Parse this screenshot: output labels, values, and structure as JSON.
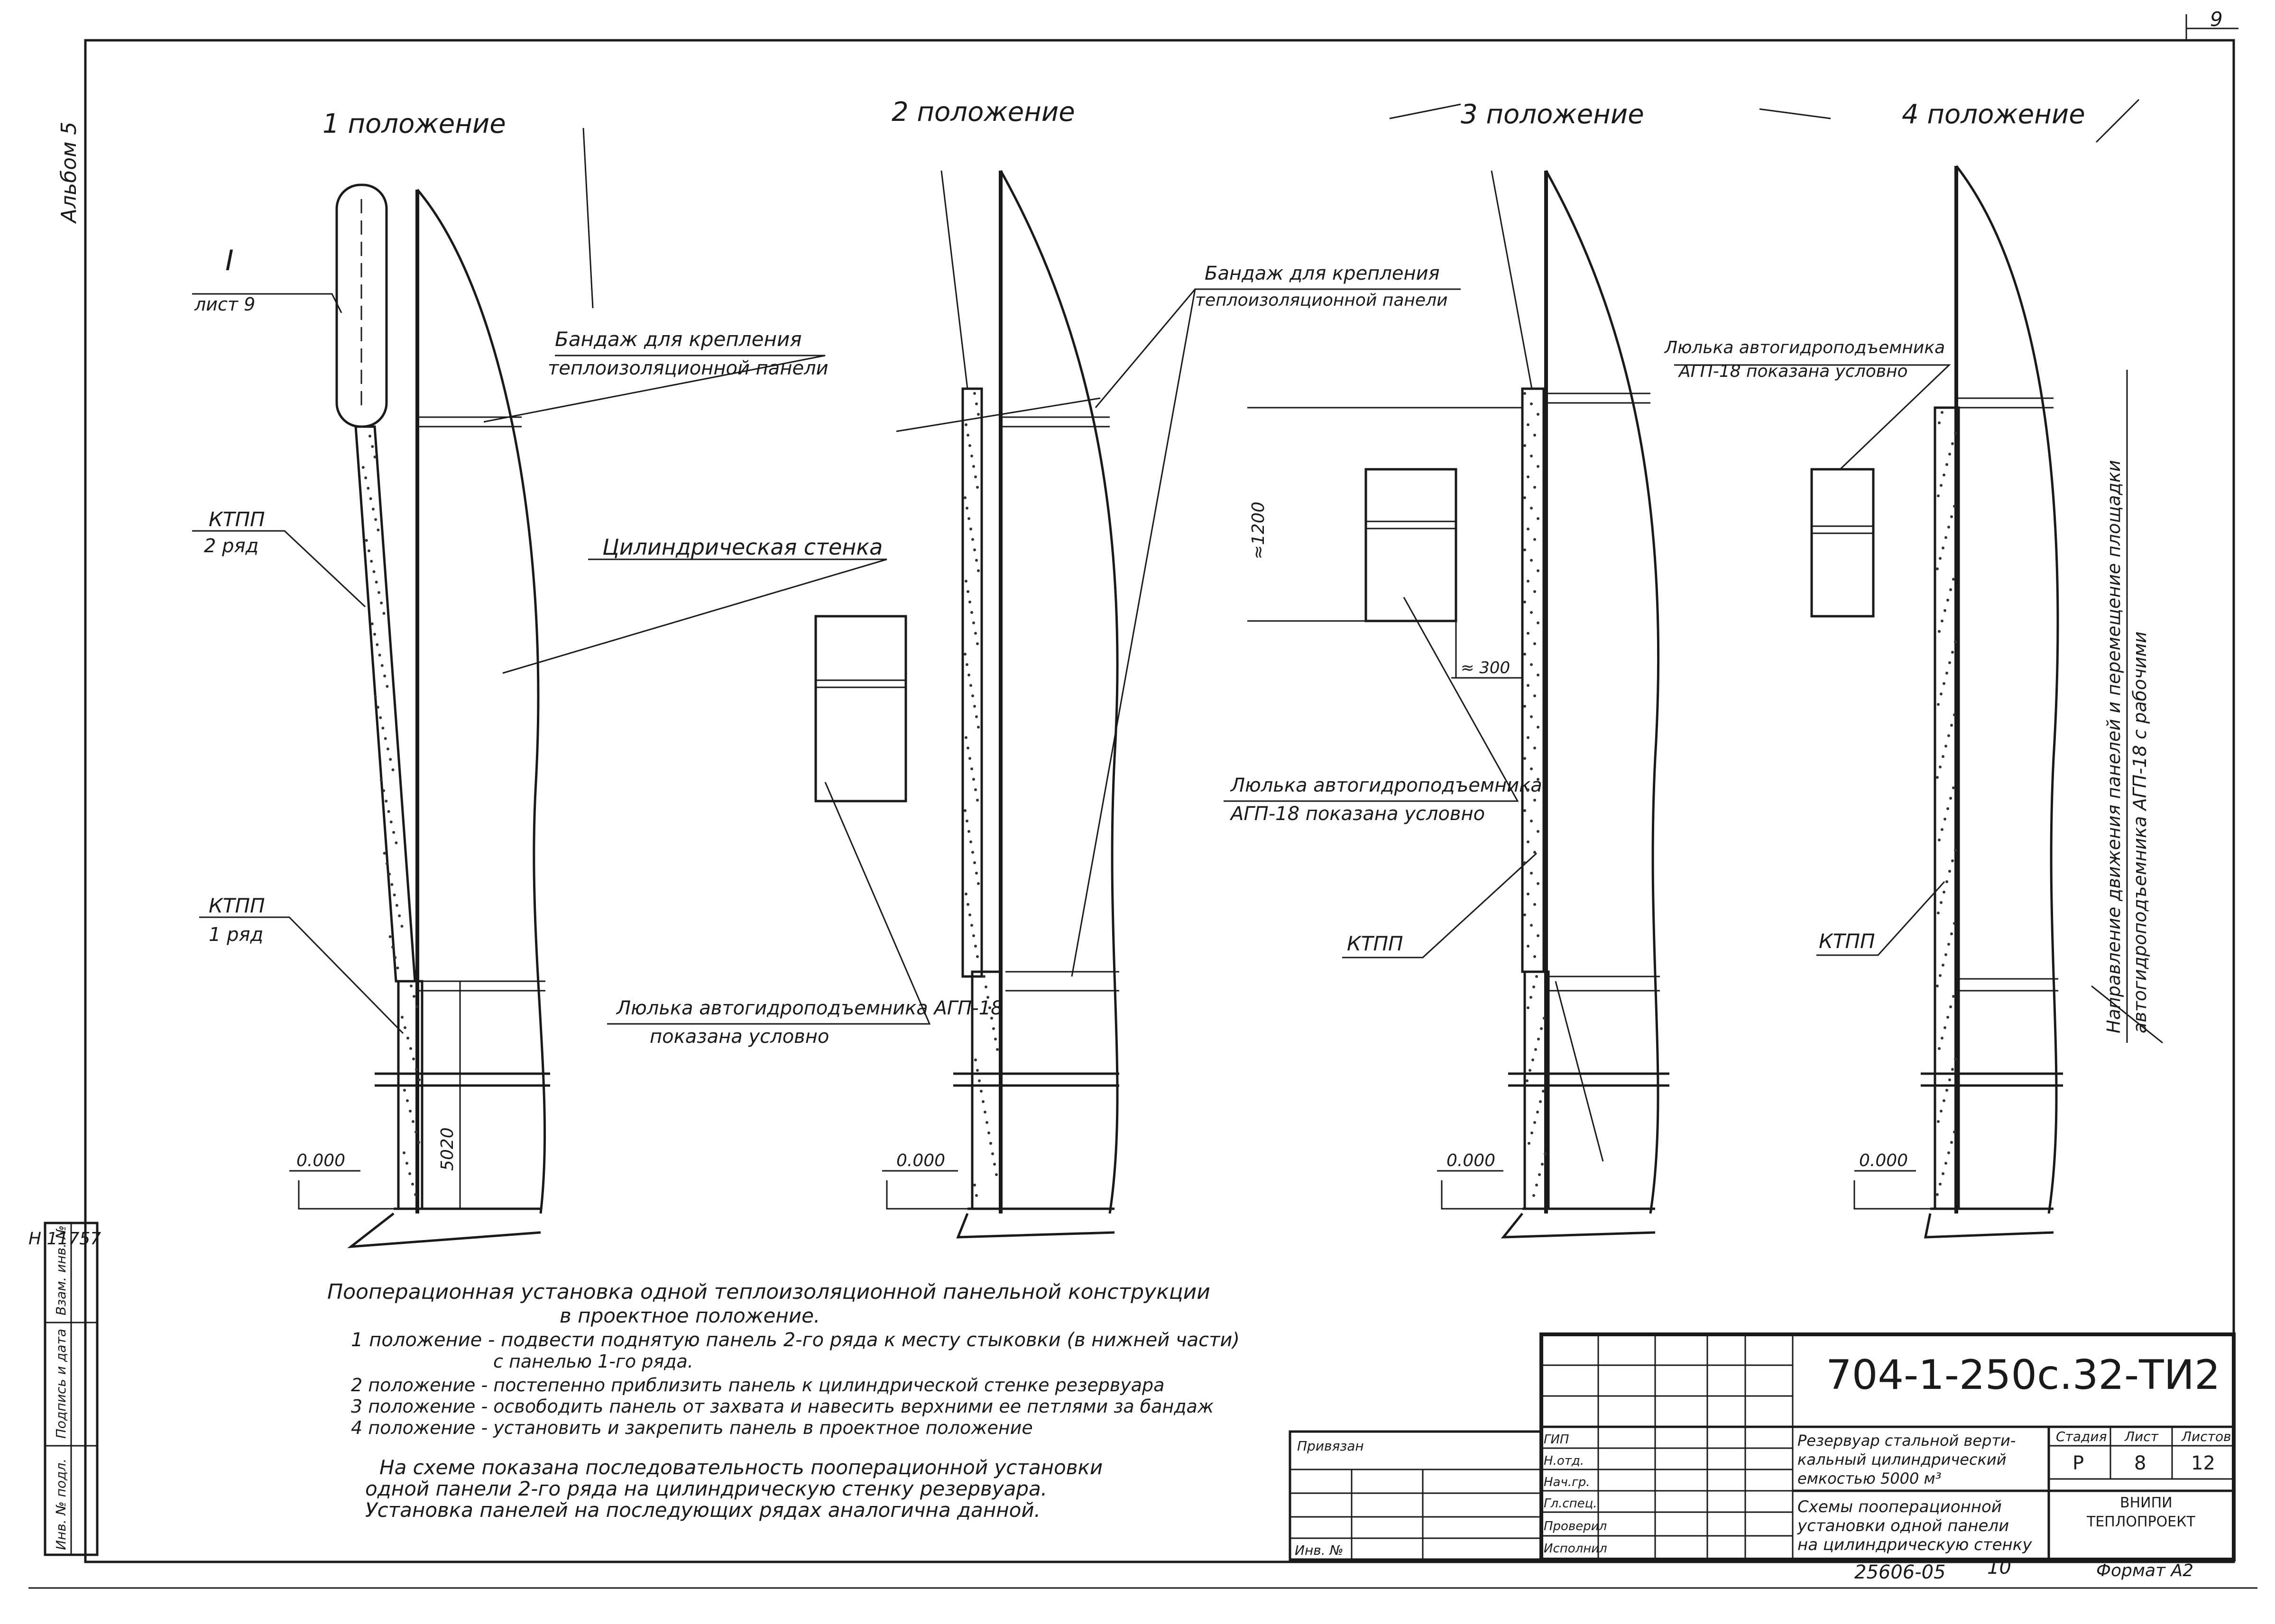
{
  "margin_note": "Альбом 5",
  "inventory_no": "Н 11757",
  "side_stamp_labels": [
    "Взам. инв. №",
    "Подпись и дата",
    "Инв. № подл."
  ],
  "positions": [
    "1 положение",
    "2 положение",
    "3 положение",
    "4 положение"
  ],
  "labels": {
    "detail_ref_num": "I",
    "detail_ref_sheet": "лист 9",
    "bandage_line1": "Бандаж для крепления",
    "bandage_line2": "теплоизоляционной панели",
    "ktpp_row2_line1": "КТПП",
    "ktpp_row2_line2": "2 ряд",
    "ktpp_row1_line1": "КТПП",
    "ktpp_row1_line2": "1 ряд",
    "cylinder_wall": "Цилиндрическая стенка",
    "cradle_line1": "Люлька автогидроподъемника АГП-18",
    "cradle_line2": "показана условно",
    "dim_5020": "5020",
    "level": "0.000",
    "bandage2_line1": "Бандаж для крепления",
    "bandage2_line2": "теплоизоляционной панели",
    "dim_1200": "≈1200",
    "dim_300": "≈ 300",
    "cradle3_line1": "Люлька автогидроподъемника",
    "cradle3_line2": "АГП-18 показана условно",
    "ktpp": "КТПП",
    "cradle4_line1": "Люлька автогидроподъемника",
    "cradle4_line2": "АГП-18 показана условно",
    "vertical_note_line1": "Направление движения панелей и перемещение площадки",
    "vertical_note_line2": "автогидроподъемника АГП-18 с рабочими"
  },
  "notes": [
    "Пооперационная установка одной теплоизоляционной панельной конструкции",
    "в проектное положение.",
    "1 положение - подвести поднятую панель 2-го ряда к месту стыковки (в нижней части)",
    "с панелью 1-го ряда.",
    "2 положение - постепенно приблизить панель к цилиндрической стенке резервуара",
    "3 положение - освободить панель от захвата и навесить верхними ее петлями за бандаж",
    "4 положение - установить и закрепить панель в проектное положение"
  ],
  "summary": [
    "На схеме показана последовательность пооперационной установки",
    "одной панели 2-го ряда на цилиндрическую стенку резервуара.",
    "Установка панелей на последующих рядах аналогична данной."
  ],
  "title_block": {
    "doc_code": "704-1-250с.32-ТИ2",
    "applied_label": "Привязан",
    "inv_label": "Инв. №",
    "object_name": [
      "Резервуар стальной верти-",
      "кальный цилиндрический",
      "емкостью 5000 м³"
    ],
    "sheet_title": [
      "Схемы пооперационной",
      "установки одной панели",
      "на цилиндрическую стенку"
    ],
    "stage_label": "Стадия",
    "sheet_label": "Лист",
    "sheets_label": "Листов",
    "stage": "Р",
    "sheet": "8",
    "sheets": "12",
    "org_line1": "ВНИПИ",
    "org_line2": "ТЕПЛОПРОЕКТ",
    "roles": [
      "ГИП",
      "Н.отд.",
      "Нач.гр.",
      "Гл.спец.",
      "Проверил",
      "Исполнил"
    ]
  },
  "footer": {
    "order_no": "25606-05",
    "copy_no": "10",
    "format": "Формат А2"
  },
  "corner_mark": "9"
}
